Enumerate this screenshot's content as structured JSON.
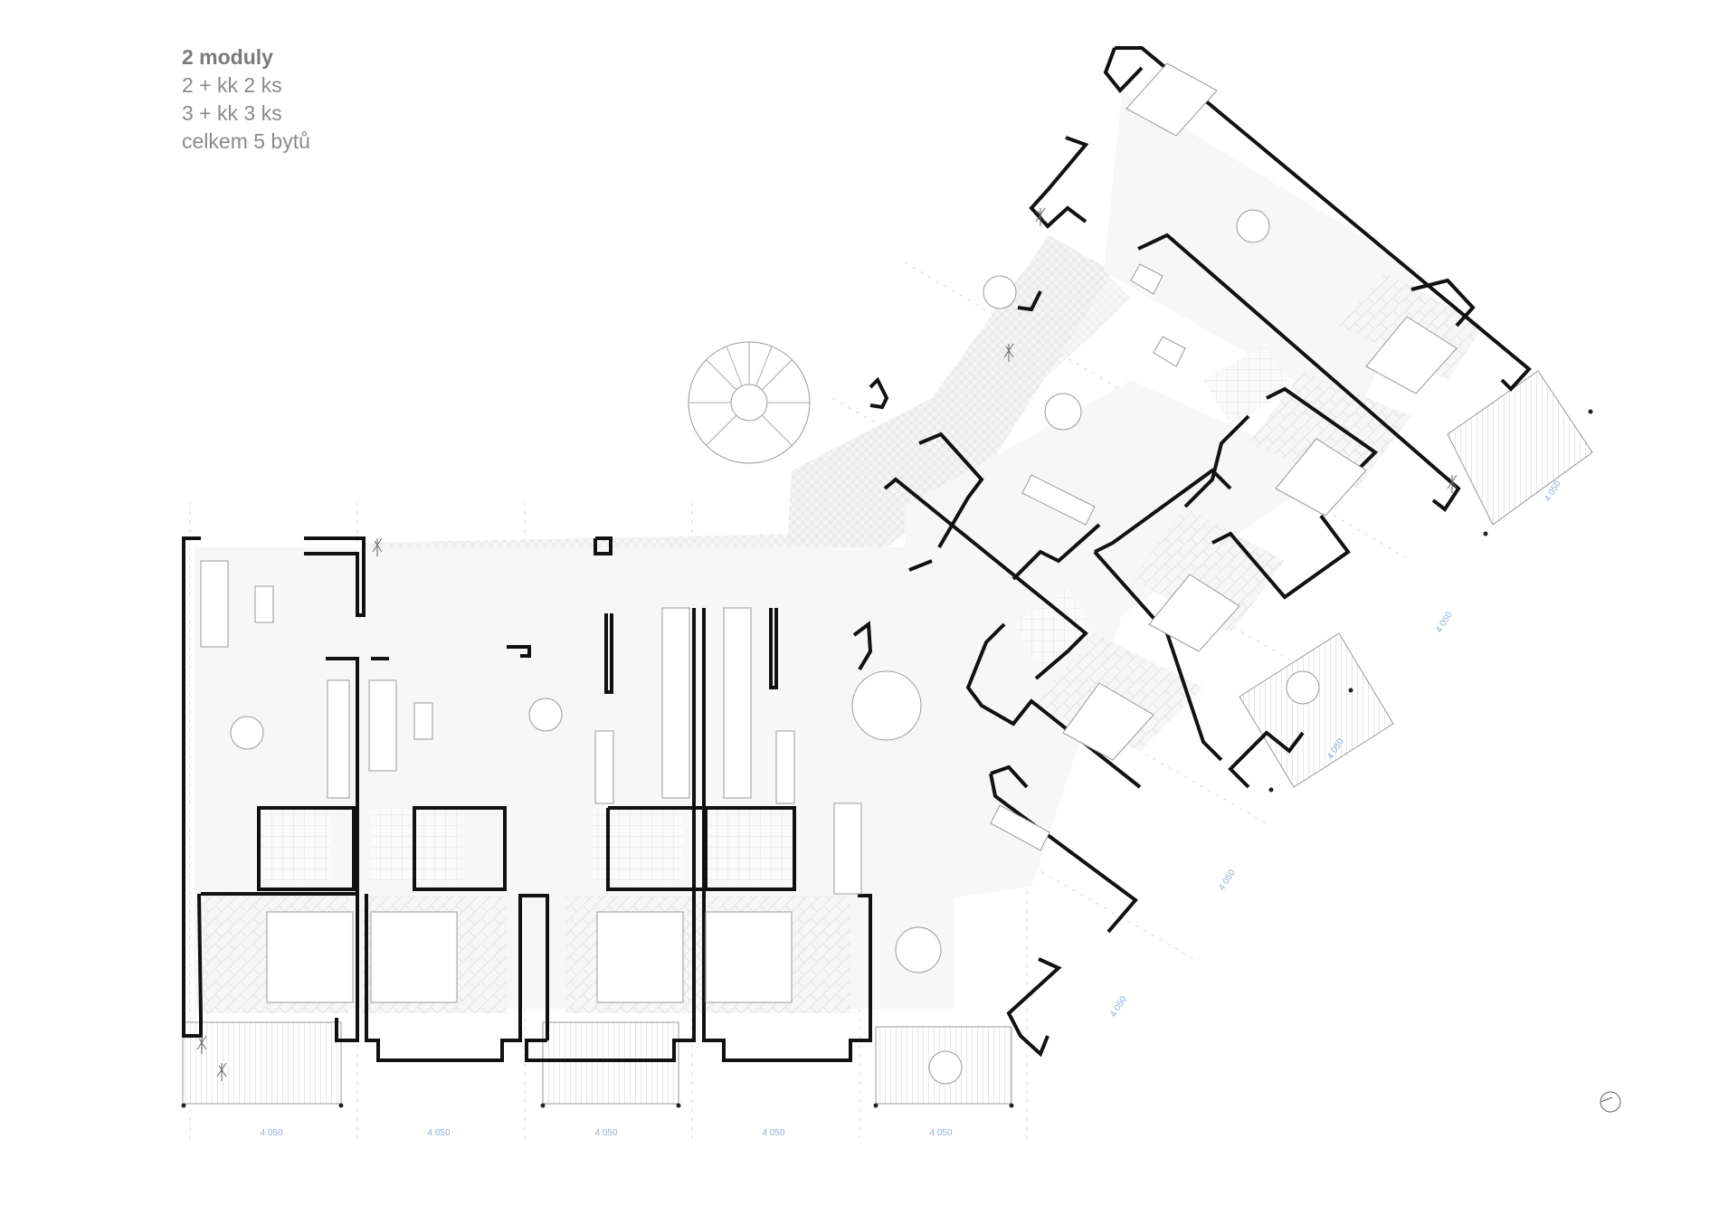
{
  "legend": {
    "line1": "2 moduly",
    "line2": "2 + kk 2 ks",
    "line3": "3 + kk 3 ks",
    "line4": "celkem 5 bytů"
  },
  "dimensions": {
    "bottom": [
      "4 050",
      "4 050",
      "4 050",
      "4 050",
      "4 050"
    ],
    "diagonal": [
      "4 050",
      "4 050",
      "4 050",
      "4 050",
      "4 050"
    ]
  },
  "north_arrow": "north-arrow-icon"
}
